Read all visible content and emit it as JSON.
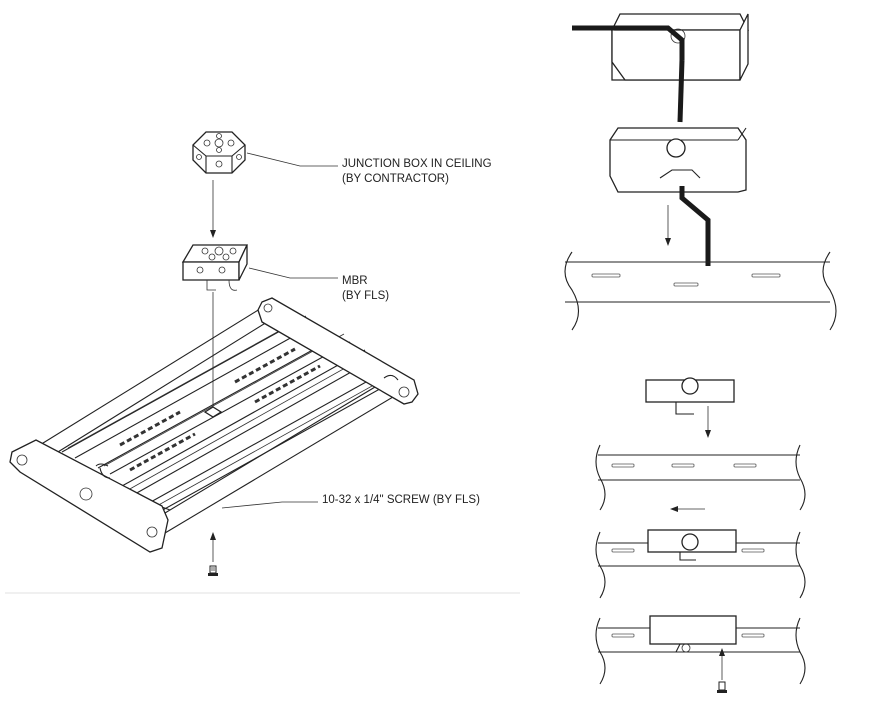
{
  "callouts": {
    "junction_box_line1": "JUNCTION BOX IN CEILING",
    "junction_box_line2": "(BY CONTRACTOR)",
    "mbr_line1": "MBR",
    "mbr_line2": "(BY FLS)",
    "screw": "10-32 x 1/4\" SCREW (BY FLS)"
  }
}
